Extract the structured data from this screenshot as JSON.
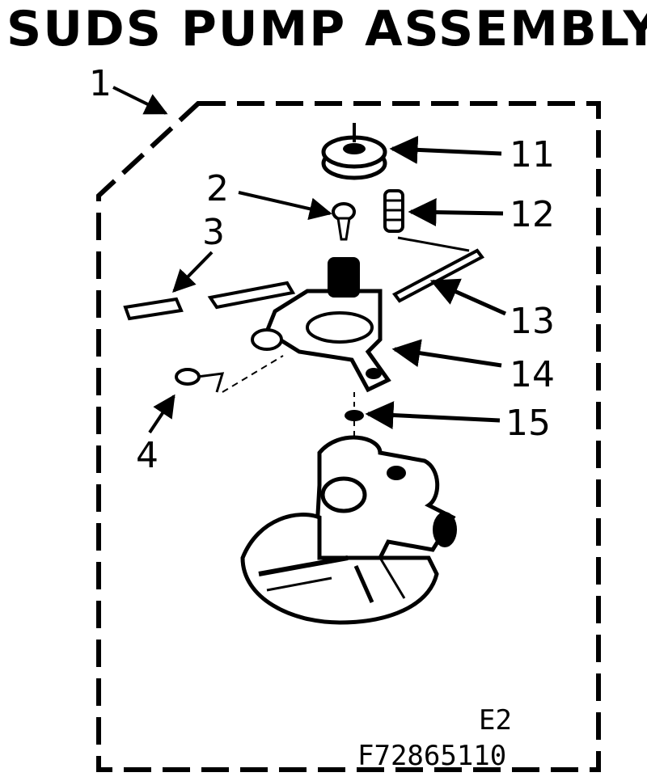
{
  "title": "SUDS PUMP ASSEMBLY",
  "callouts": {
    "assembly": "1",
    "c2": "2",
    "c3": "3",
    "c4": "4",
    "c11": "11",
    "c12": "12",
    "c13": "13",
    "c14": "14",
    "c15": "15"
  },
  "footer": {
    "revision": "E2",
    "part_code": "F72865110"
  },
  "colors": {
    "ink": "#000000",
    "paper": "#ffffff"
  }
}
